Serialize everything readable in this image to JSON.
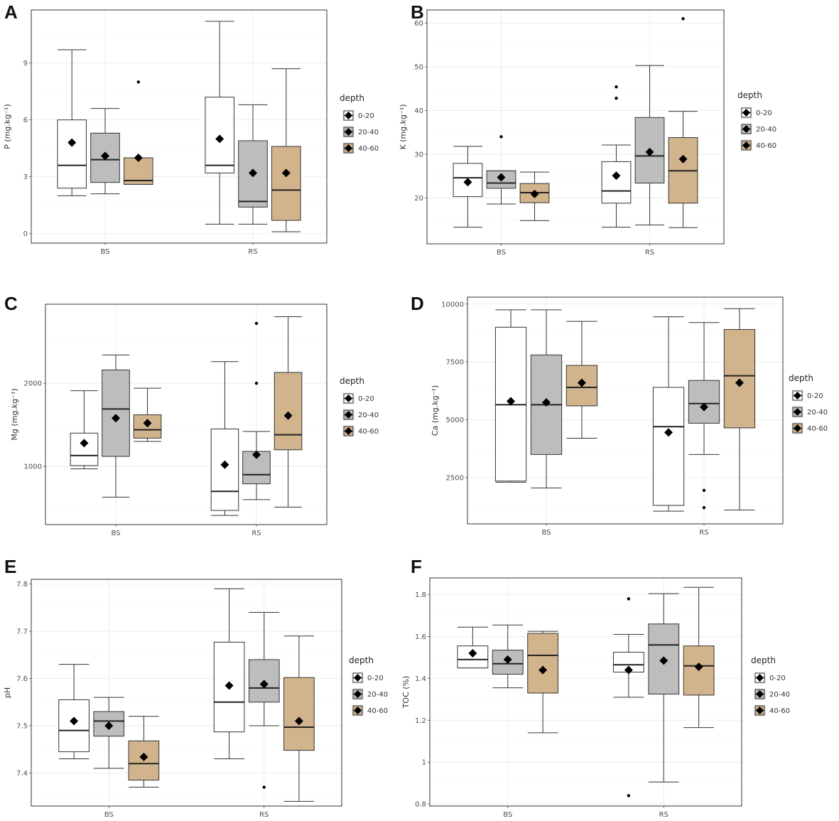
{
  "legend": {
    "title": "depth",
    "entries": [
      "0-20",
      "20-40",
      "40-60"
    ]
  },
  "colors": {
    "0-20": "#ffffff",
    "20-40": "#bdbdbd",
    "40-60": "#d2b48c",
    "mean_marker": "#000000",
    "outlier": "#000000",
    "border": "#333333",
    "grid": "#ebebeb"
  },
  "chart_data": [
    {
      "panel": "A",
      "type": "box",
      "ylabel": "P (mg.kg⁻¹)",
      "categories": [
        "BS",
        "RS"
      ],
      "ylim": [
        -0.5,
        11.8
      ],
      "yticks": [
        0,
        3,
        6,
        9
      ],
      "series": [
        {
          "name": "0-20",
          "boxes": [
            {
              "min": 2.0,
              "q1": 2.4,
              "median": 3.6,
              "q3": 6.0,
              "max": 9.7,
              "mean": 4.8,
              "outliers": []
            },
            {
              "min": 0.5,
              "q1": 3.2,
              "median": 3.6,
              "q3": 7.2,
              "max": 11.2,
              "mean": 5.0,
              "outliers": []
            }
          ]
        },
        {
          "name": "20-40",
          "boxes": [
            {
              "min": 2.1,
              "q1": 2.7,
              "median": 3.9,
              "q3": 5.3,
              "max": 6.6,
              "mean": 4.1,
              "outliers": []
            },
            {
              "min": 0.5,
              "q1": 1.4,
              "median": 1.7,
              "q3": 4.9,
              "max": 6.8,
              "mean": 3.2,
              "outliers": []
            }
          ]
        },
        {
          "name": "40-60",
          "boxes": [
            {
              "min": 2.6,
              "q1": 2.6,
              "median": 2.8,
              "q3": 4.0,
              "max": 4.0,
              "mean": 4.0,
              "outliers": [
                8.0
              ]
            },
            {
              "min": 0.1,
              "q1": 0.7,
              "median": 2.3,
              "q3": 4.6,
              "max": 8.7,
              "mean": 3.2,
              "outliers": []
            }
          ]
        }
      ]
    },
    {
      "panel": "B",
      "type": "box",
      "ylabel": "K (mg.kg⁻¹)",
      "categories": [
        "BS",
        "RS"
      ],
      "ylim": [
        9.5,
        63
      ],
      "yticks": [
        20,
        30,
        40,
        50,
        60
      ],
      "series": [
        {
          "name": "0-20",
          "boxes": [
            {
              "min": 13.3,
              "q1": 20.3,
              "median": 24.6,
              "q3": 27.9,
              "max": 31.8,
              "mean": 23.6,
              "outliers": []
            },
            {
              "min": 13.3,
              "q1": 18.8,
              "median": 21.6,
              "q3": 28.3,
              "max": 32.1,
              "mean": 25.1,
              "outliers": [
                42.8,
                45.4
              ]
            }
          ]
        },
        {
          "name": "20-40",
          "boxes": [
            {
              "min": 18.6,
              "q1": 22.2,
              "median": 23.4,
              "q3": 26.2,
              "max": 26.2,
              "mean": 24.7,
              "outliers": [
                34.0
              ]
            },
            {
              "min": 13.8,
              "q1": 23.4,
              "median": 29.6,
              "q3": 38.4,
              "max": 50.3,
              "mean": 30.5,
              "outliers": []
            }
          ]
        },
        {
          "name": "40-60",
          "boxes": [
            {
              "min": 14.8,
              "q1": 18.9,
              "median": 21.2,
              "q3": 23.3,
              "max": 25.9,
              "mean": 20.9,
              "outliers": []
            },
            {
              "min": 13.2,
              "q1": 18.8,
              "median": 26.2,
              "q3": 33.8,
              "max": 39.8,
              "mean": 28.9,
              "outliers": [
                61.0
              ]
            }
          ]
        }
      ]
    },
    {
      "panel": "C",
      "type": "box",
      "ylabel": "Mg (mg.kg⁻¹)",
      "categories": [
        "BS",
        "RS"
      ],
      "ylim": [
        300,
        2950
      ],
      "yticks": [
        1000,
        2000
      ],
      "series": [
        {
          "name": "0-20",
          "boxes": [
            {
              "min": 970,
              "q1": 1010,
              "median": 1130,
              "q3": 1400,
              "max": 1910,
              "mean": 1280,
              "outliers": []
            },
            {
              "min": 410,
              "q1": 470,
              "median": 700,
              "q3": 1450,
              "max": 2260,
              "mean": 1020,
              "outliers": []
            }
          ]
        },
        {
          "name": "20-40",
          "boxes": [
            {
              "min": 630,
              "q1": 1120,
              "median": 1690,
              "q3": 2160,
              "max": 2340,
              "mean": 1580,
              "outliers": []
            },
            {
              "min": 600,
              "q1": 790,
              "median": 900,
              "q3": 1180,
              "max": 1420,
              "mean": 1140,
              "outliers": [
                2000,
                2720
              ]
            }
          ]
        },
        {
          "name": "40-60",
          "boxes": [
            {
              "min": 1300,
              "q1": 1340,
              "median": 1440,
              "q3": 1620,
              "max": 1940,
              "mean": 1520,
              "outliers": []
            },
            {
              "min": 510,
              "q1": 1200,
              "median": 1380,
              "q3": 2130,
              "max": 2800,
              "mean": 1610,
              "outliers": []
            }
          ]
        }
      ]
    },
    {
      "panel": "D",
      "type": "box",
      "ylabel": "Ca (mg.kg⁻¹)",
      "categories": [
        "BS",
        "RS"
      ],
      "ylim": [
        500,
        10300
      ],
      "yticks": [
        2500,
        5000,
        7500,
        10000
      ],
      "series": [
        {
          "name": "0-20",
          "boxes": [
            {
              "min": 2300,
              "q1": 2350,
              "median": 5650,
              "q3": 9000,
              "max": 9750,
              "mean": 5800,
              "outliers": []
            },
            {
              "min": 1050,
              "q1": 1300,
              "median": 4700,
              "q3": 6400,
              "max": 9450,
              "mean": 4450,
              "outliers": []
            }
          ]
        },
        {
          "name": "20-40",
          "boxes": [
            {
              "min": 2050,
              "q1": 3500,
              "median": 5650,
              "q3": 7800,
              "max": 9750,
              "mean": 5750,
              "outliers": []
            },
            {
              "min": 3500,
              "q1": 4850,
              "median": 5700,
              "q3": 6700,
              "max": 9200,
              "mean": 5550,
              "outliers": [
                1200,
                1950
              ]
            }
          ]
        },
        {
          "name": "40-60",
          "boxes": [
            {
              "min": 4200,
              "q1": 5600,
              "median": 6400,
              "q3": 7350,
              "max": 9250,
              "mean": 6600,
              "outliers": []
            },
            {
              "min": 1100,
              "q1": 4650,
              "median": 6900,
              "q3": 8900,
              "max": 9800,
              "mean": 6600,
              "outliers": []
            }
          ]
        }
      ]
    },
    {
      "panel": "E",
      "type": "box",
      "ylabel": "pH",
      "categories": [
        "BS",
        "RS"
      ],
      "ylim": [
        7.33,
        7.81
      ],
      "yticks": [
        7.4,
        7.5,
        7.6,
        7.7,
        7.8
      ],
      "series": [
        {
          "name": "0-20",
          "boxes": [
            {
              "min": 7.43,
              "q1": 7.445,
              "median": 7.49,
              "q3": 7.555,
              "max": 7.63,
              "mean": 7.51,
              "outliers": []
            },
            {
              "min": 7.43,
              "q1": 7.487,
              "median": 7.55,
              "q3": 7.677,
              "max": 7.79,
              "mean": 7.585,
              "outliers": []
            }
          ]
        },
        {
          "name": "20-40",
          "boxes": [
            {
              "min": 7.41,
              "q1": 7.478,
              "median": 7.51,
              "q3": 7.53,
              "max": 7.56,
              "mean": 7.5,
              "outliers": []
            },
            {
              "min": 7.5,
              "q1": 7.55,
              "median": 7.58,
              "q3": 7.64,
              "max": 7.74,
              "mean": 7.588,
              "outliers": [
                7.37
              ]
            }
          ]
        },
        {
          "name": "40-60",
          "boxes": [
            {
              "min": 7.37,
              "q1": 7.385,
              "median": 7.42,
              "q3": 7.468,
              "max": 7.52,
              "mean": 7.434,
              "outliers": []
            },
            {
              "min": 7.34,
              "q1": 7.448,
              "median": 7.497,
              "q3": 7.602,
              "max": 7.69,
              "mean": 7.51,
              "outliers": []
            }
          ]
        }
      ]
    },
    {
      "panel": "F",
      "type": "box",
      "ylabel": "TOC (%)",
      "categories": [
        "BS",
        "RS"
      ],
      "ylim": [
        0.79,
        1.88
      ],
      "yticks": [
        0.8,
        1.0,
        1.2,
        1.4,
        1.6,
        1.8
      ],
      "series": [
        {
          "name": "0-20",
          "boxes": [
            {
              "min": 1.45,
              "q1": 1.45,
              "median": 1.49,
              "q3": 1.555,
              "max": 1.645,
              "mean": 1.52,
              "outliers": []
            },
            {
              "min": 1.31,
              "q1": 1.43,
              "median": 1.465,
              "q3": 1.525,
              "max": 1.61,
              "mean": 1.44,
              "outliers": [
                0.84,
                1.78
              ]
            }
          ]
        },
        {
          "name": "20-40",
          "boxes": [
            {
              "min": 1.355,
              "q1": 1.42,
              "median": 1.47,
              "q3": 1.535,
              "max": 1.655,
              "mean": 1.49,
              "outliers": []
            },
            {
              "min": 0.905,
              "q1": 1.325,
              "median": 1.56,
              "q3": 1.66,
              "max": 1.805,
              "mean": 1.485,
              "outliers": []
            }
          ]
        },
        {
          "name": "40-60",
          "boxes": [
            {
              "min": 1.14,
              "q1": 1.33,
              "median": 1.51,
              "q3": 1.615,
              "max": 1.625,
              "mean": 1.44,
              "outliers": []
            },
            {
              "min": 1.165,
              "q1": 1.32,
              "median": 1.46,
              "q3": 1.555,
              "max": 1.835,
              "mean": 1.455,
              "outliers": []
            }
          ]
        }
      ]
    }
  ]
}
